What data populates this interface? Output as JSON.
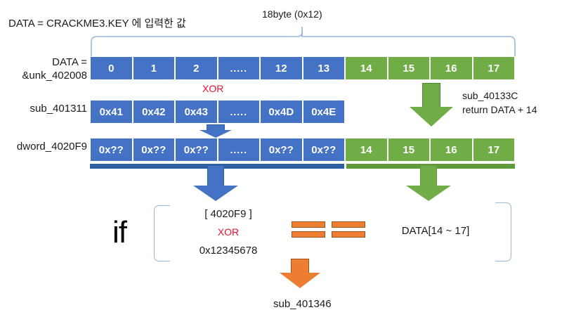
{
  "title_note": "DATA = CRACKME3.KEY 에 입력한 값",
  "size_brace_label": "18byte (0x12)",
  "rows": {
    "data_row": {
      "label_line1": "DATA =",
      "label_line2": "&unk_402008",
      "cells": [
        {
          "text": "0",
          "color": "blue"
        },
        {
          "text": "1",
          "color": "blue"
        },
        {
          "text": "2",
          "color": "blue"
        },
        {
          "text": ".....",
          "color": "blue"
        },
        {
          "text": "12",
          "color": "blue"
        },
        {
          "text": "13",
          "color": "blue"
        },
        {
          "text": "14",
          "color": "green"
        },
        {
          "text": "15",
          "color": "green"
        },
        {
          "text": "16",
          "color": "green"
        },
        {
          "text": "17",
          "color": "green"
        }
      ]
    },
    "key_row": {
      "label": "sub_401311",
      "cells": [
        {
          "text": "0x41",
          "color": "blue"
        },
        {
          "text": "0x42",
          "color": "blue"
        },
        {
          "text": "0x43",
          "color": "blue"
        },
        {
          "text": ".....",
          "color": "blue"
        },
        {
          "text": "0x4D",
          "color": "blue"
        },
        {
          "text": "0x4E",
          "color": "blue"
        }
      ]
    },
    "result_row": {
      "label": "dword_4020F9",
      "cells": [
        {
          "text": "0x??",
          "color": "blue"
        },
        {
          "text": "0x??",
          "color": "blue"
        },
        {
          "text": "0x??",
          "color": "blue"
        },
        {
          "text": ".....",
          "color": "blue"
        },
        {
          "text": "0x??",
          "color": "blue"
        },
        {
          "text": "0x??",
          "color": "blue"
        },
        {
          "text": "14",
          "color": "green"
        },
        {
          "text": "15",
          "color": "green"
        },
        {
          "text": "16",
          "color": "green"
        },
        {
          "text": "17",
          "color": "green"
        }
      ]
    }
  },
  "xor_label_top": "XOR",
  "right_note": {
    "line1": "sub_40133C",
    "line2": "return DATA + 14"
  },
  "condition": {
    "if_keyword": "if",
    "left_line1": "[ 4020F9 ]",
    "left_line2": "XOR",
    "left_line3": "0x12345678",
    "operator": "==",
    "right_value": "DATA[14 ~ 17]"
  },
  "result_call": "sub_401346",
  "colors": {
    "blue_cell": "#4472c4",
    "green_cell": "#70ad47",
    "blue_bar": "#2e5fa3",
    "green_bar": "#5f9b3a",
    "orange": "#ed7d31",
    "xor_red": "#e8112d",
    "bracket": "#9bb7da"
  }
}
